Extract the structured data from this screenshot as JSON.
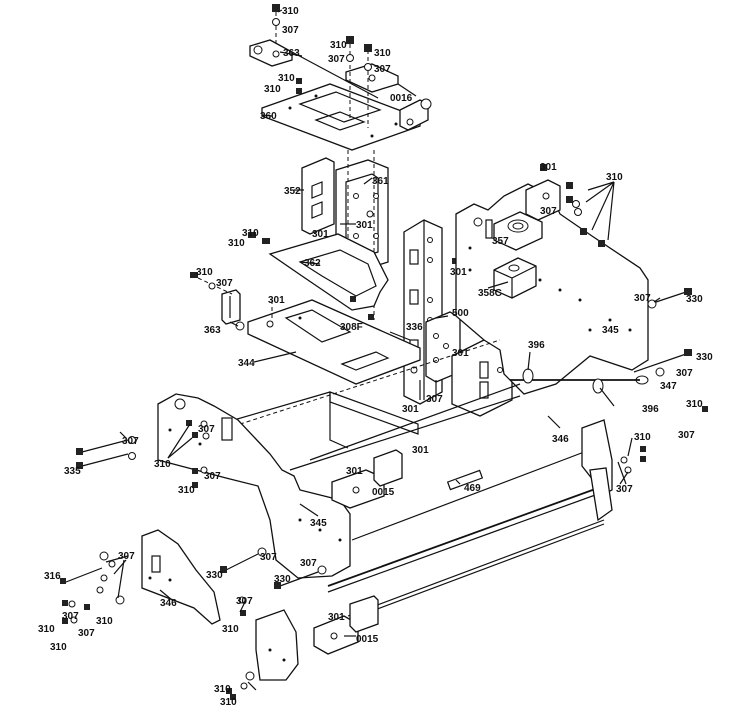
{
  "labels": {
    "l310_a": "310",
    "l307_a": "307",
    "l363_a": "363",
    "l310_b": "310",
    "l307_b": "307",
    "l310_c": "310",
    "l307_c": "307",
    "l0016": "0016",
    "l310_d": "310",
    "l310_e": "310",
    "l360": "360",
    "l352": "352",
    "l361": "361",
    "l301_a": "301",
    "l301_b": "301",
    "l310_f": "310",
    "l310_g": "310",
    "l362": "362",
    "l301_c": "301",
    "l310_h": "310",
    "l307_d": "307",
    "l301_d": "301",
    "l363_b": "363",
    "l308F": "308F",
    "l336": "336",
    "l500": "500",
    "l344": "344",
    "l301_e": "301",
    "l310_i": "310",
    "l301_f": "301",
    "l307_e": "307",
    "l357": "357",
    "l358C": "358C",
    "l307_f": "307",
    "l330_a": "330",
    "l345_a": "345",
    "l396_a": "396",
    "l330_b": "330",
    "l307_g": "307",
    "l347": "347",
    "l396_b": "396",
    "l310_j": "310",
    "l307_h": "307",
    "l301_g": "301",
    "l307_i": "307",
    "l307_j": "307",
    "l335": "335",
    "l310_k": "310",
    "l301_h": "301",
    "l307_k": "307",
    "l310_l": "310",
    "l346_a": "346",
    "l310_m": "310",
    "l307_l": "307",
    "l301_i": "301",
    "l0015_a": "0015",
    "l469": "469",
    "l345_b": "345",
    "l316": "316",
    "l307_m": "307",
    "l330_c": "330",
    "l307_n": "307",
    "l330_d": "330",
    "l307_o": "307",
    "l346_b": "346",
    "l307_p": "307",
    "l310_n": "310",
    "l310_o": "310",
    "l307_q": "307",
    "l310_p": "310",
    "l307_r": "307",
    "l310_q": "310",
    "l301_j": "301",
    "l0015_b": "0015",
    "l310_r": "310",
    "l307_s": "307",
    "l310_s": "310"
  }
}
